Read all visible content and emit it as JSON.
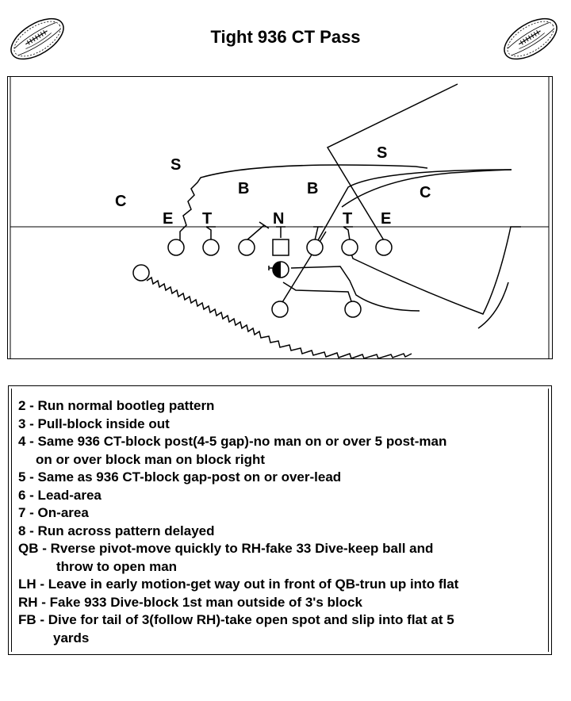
{
  "title": "Tight 936 CT Pass",
  "field_labels": {
    "S_left": "S",
    "S_right": "S",
    "C_left": "C",
    "C_right": "C",
    "B_left": "B",
    "B_right": "B",
    "E_left": "E",
    "T_left": "T",
    "N": "N",
    "T_right": "T",
    "E_right": "E"
  },
  "notes": [
    {
      "text": "2 - Run normal bootleg pattern"
    },
    {
      "text": "3 - Pull-block inside out"
    },
    {
      "text": "4 - Same 936 CT-block post(4-5 gap)-no man on or over 5 post-man",
      "cont": "on or over block man on block right",
      "indent": 22
    },
    {
      "text": "5 - Same as 936 CT-block gap-post on or over-lead"
    },
    {
      "text": "6 - Lead-area"
    },
    {
      "text": "7 - On-area"
    },
    {
      "text": "8 - Run across pattern delayed"
    },
    {
      "text": "QB - Rverse pivot-move quickly to RH-fake 33 Dive-keep ball and",
      "cont": "throw to open man",
      "indent": 48
    },
    {
      "text": "LH - Leave in early motion-get way out in front of QB-trun up into flat"
    },
    {
      "text": "RH - Fake 933 Dive-block 1st man outside of 3's block"
    },
    {
      "text": "FB - Dive for tail of 3(follow RH)-take open spot and slip into flat at 5",
      "cont": "yards",
      "indent": 44
    }
  ]
}
